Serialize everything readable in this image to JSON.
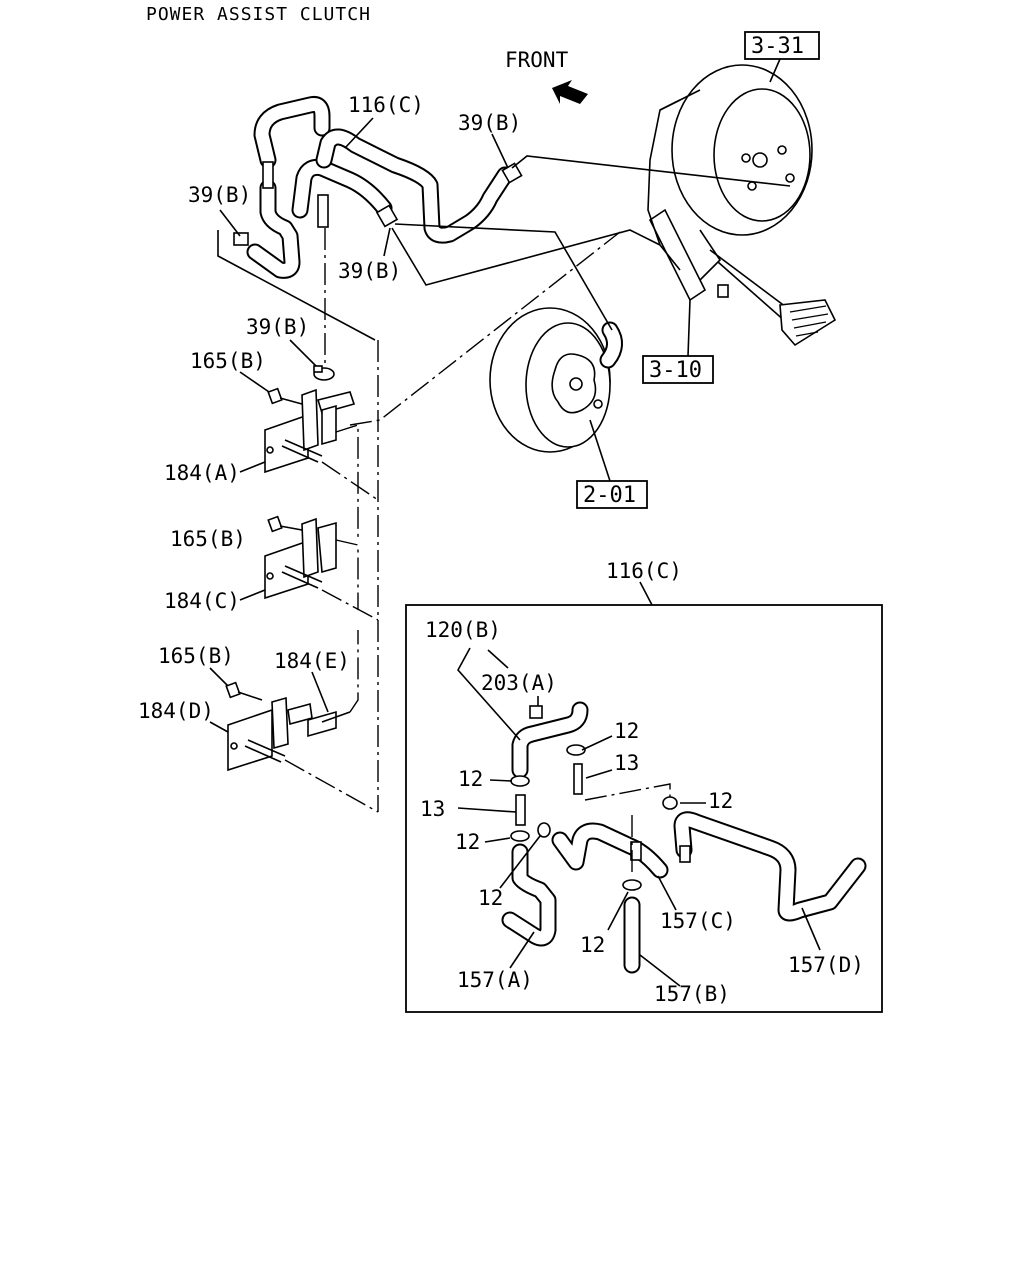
{
  "title": "POWER ASSIST CLUTCH",
  "front_label": "FRONT",
  "refs": {
    "r_3_31": "3-31",
    "r_3_10": "3-10",
    "r_2_01": "2-01"
  },
  "callouts": {
    "c116c_top": "116(C)",
    "c39b_a": "39(B)",
    "c39b_b": "39(B)",
    "c39b_c": "39(B)",
    "c39b_d": "39(B)",
    "c165b_a": "165(B)",
    "c184a": "184(A)",
    "c165b_b": "165(B)",
    "c184c": "184(C)",
    "c165b_c": "165(B)",
    "c184e": "184(E)",
    "c184d": "184(D)",
    "c116c_detail": "116(C)"
  },
  "detail": {
    "c120b": "120(B)",
    "c203a": "203(A)",
    "c12_a": "12",
    "c13_a": "13",
    "c12_b": "12",
    "c13_b": "13",
    "c12_c": "12",
    "c12_d": "12",
    "c12_e": "12",
    "c12_f": "12",
    "c157c": "157(C)",
    "c157d": "157(D)",
    "c157a": "157(A)",
    "c157b": "157(B)"
  },
  "icons": {
    "front_arrow": "arrow-icon",
    "booster": "clutch-booster-icon",
    "pedal": "clutch-pedal-icon",
    "master": "master-cylinder-icon"
  }
}
